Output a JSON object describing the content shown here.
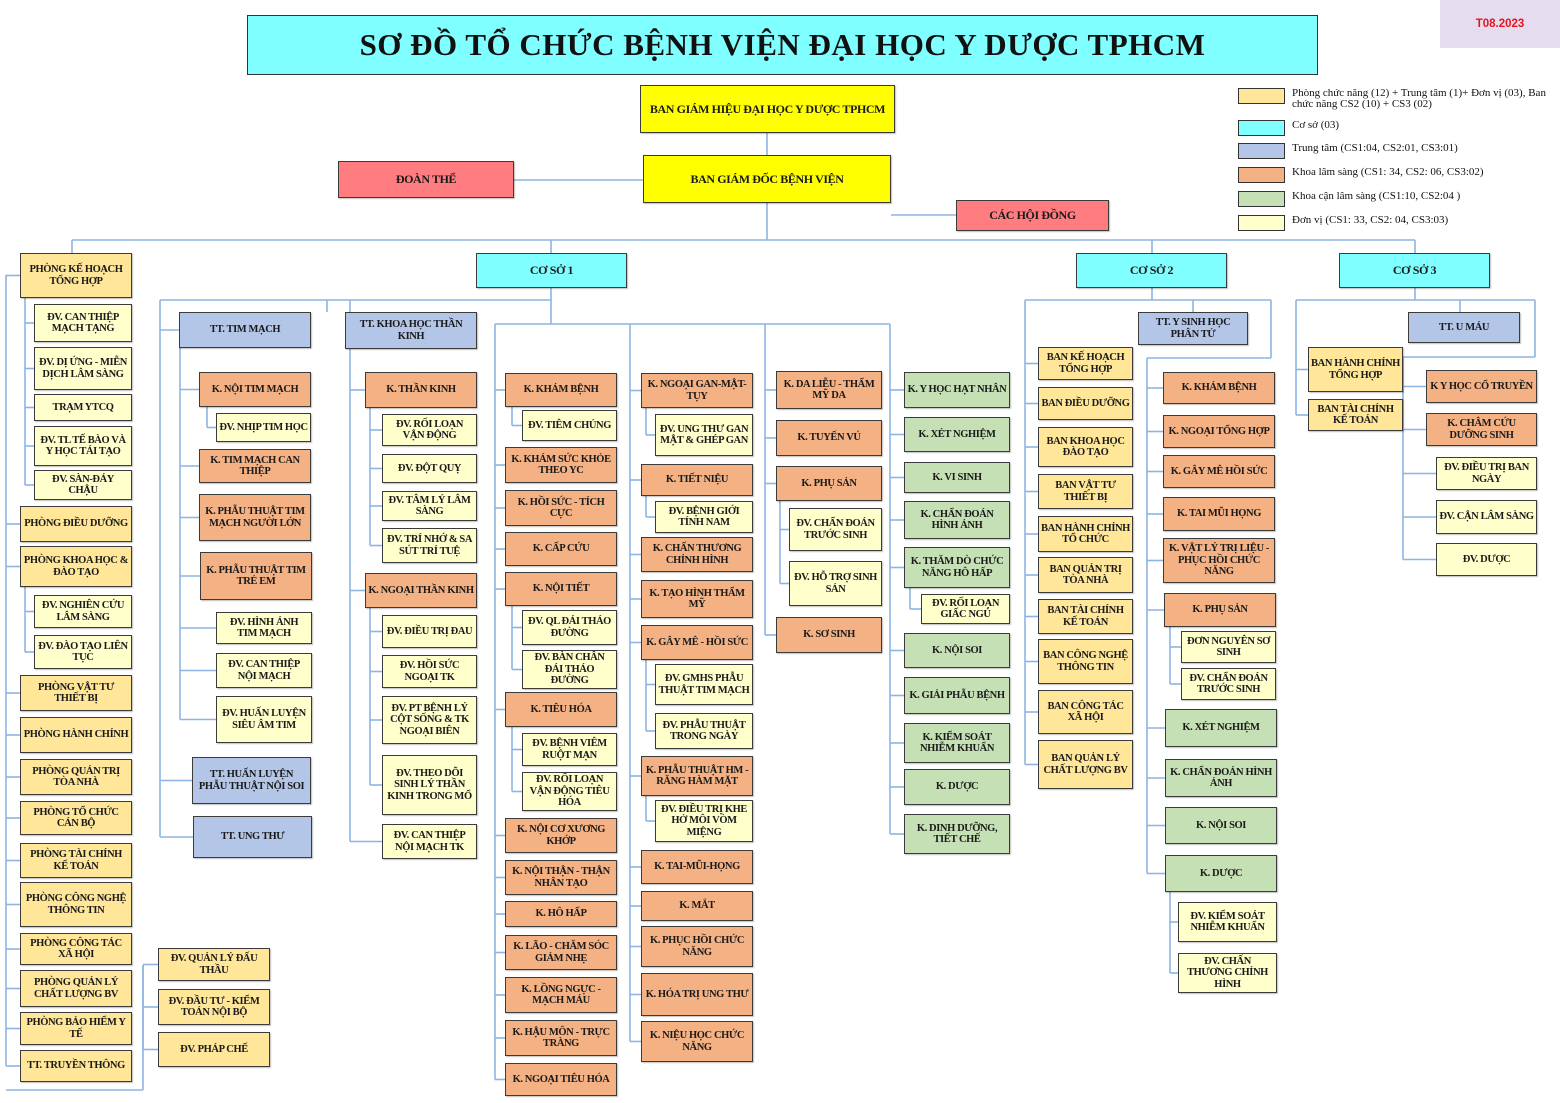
{
  "title": "SƠ ĐỒ TỔ CHỨC BỆNH VIỆN ĐẠI HỌC Y DƯỢC TPHCM",
  "version": "T08.2023",
  "colors": {
    "f": "#ffe699",
    "c": "#7fffff",
    "t": "#b4c6e7",
    "k": "#f4b183",
    "g": "#c5e0b4",
    "u": "#ffffcc",
    "y": "#ffff00",
    "p": "#ff7c80",
    "line": "#8db4e2"
  },
  "legend": [
    {
      "label": "Phòng chức năng  (12) + Trung tâm (1)+ Đơn vị (03), Ban chức năng CS2 (10) + CS3 (02)",
      "color": "#ffe699"
    },
    {
      "label": "Cơ sở (03)",
      "color": "#7fffff"
    },
    {
      "label": "Trung tâm (CS1:04, CS2:01, CS3:01)",
      "color": "#b4c6e7"
    },
    {
      "label": "Khoa lâm sàng  (CS1: 34, CS2: 06, CS3:02)",
      "color": "#f4b183"
    },
    {
      "label": "Khoa cận lâm sàng  (CS1:10, CS2:04 )",
      "color": "#c5e0b4"
    },
    {
      "label": "Đơn vị  (CS1: 33, CS2: 04, CS3:03)",
      "color": "#ffffcc"
    }
  ],
  "nodes": {
    "bgh": "BAN GIÁM HIỆU ĐẠI HỌC Y DƯỢC TPHCM",
    "bgd": "BAN GIÁM ĐỐC BỆNH VIỆN",
    "doanthe": "ĐOÀN THỂ",
    "hoidong": "CÁC HỘI ĐỒNG",
    "cs1": "CƠ SỞ 1",
    "cs2": "CƠ SỞ 2",
    "cs3": "CƠ SỞ 3",
    "pkhth": "PHÒNG KẾ HOẠCH TỔNG HỢP",
    "dvctmt": "ĐV. CAN THIỆP MẠCH TẠNG",
    "dvdu": "ĐV. DỊ ỨNG - MIỄN DỊCH LÂM SÀNG",
    "tramyt": "TRẠM YTCQ",
    "dvtltb": "ĐV. TL TẾ BÀO VÀ Y HỌC TÁI TẠO",
    "dvsd": "ĐV. SÀN-ĐÁY CHẬU",
    "pdd": "PHÒNG ĐIỀU DƯỠNG",
    "pkhdt": "PHÒNG KHOA HỌC & ĐÀO TẠO",
    "dvnc": "ĐV. NGHIÊN CỨU LÂM SÀNG",
    "dvdt": "ĐV. ĐÀO TẠO LIÊN TỤC",
    "pvt": "PHÒNG VẬT TƯ THIẾT BỊ",
    "phc": "PHÒNG HÀNH CHÍNH",
    "pqt": "PHÒNG QUẢN TRỊ TÒA NHÀ",
    "ptccb": "PHÒNG TỔ CHỨC CÁN BỘ",
    "ptckt": "PHÒNG TÀI CHÍNH KẾ TOÁN",
    "pcntt": "PHÒNG CÔNG NGHỆ THÔNG TIN",
    "pctxh": "PHÒNG CÔNG TÁC XÃ HỘI",
    "pqlcl": "PHÒNG QUẢN LÝ CHẤT LƯỢNG BV",
    "pbhyt": "PHÒNG BẢO HIỂM Y TẾ",
    "tttt": "TT. TRUYỀN THÔNG",
    "dvqldt": "ĐV. QUẢN LÝ ĐẤU THẦU",
    "dvdtkt": "ĐV. ĐẦU TƯ - KIỂM TOÁN NỘI BỘ",
    "dvpc": "ĐV. PHÁP CHẾ",
    "tttm": "TT. TIM MẠCH",
    "knoitm": "K. NỘI TIM MẠCH",
    "dvnhip": "ĐV. NHỊP TIM HỌC",
    "ktmct": "K. TIM MẠCH CAN THIỆP",
    "kptnl": "K. PHẪU THUẬT TIM MẠCH NGƯỜI LỚN",
    "kpttre": "K. PHẪU THUẬT TIM TRẺ EM",
    "dvhatm": "ĐV. HÌNH ẢNH TIM MẠCH",
    "dvctnm": "ĐV. CAN THIỆP NỘI MẠCH",
    "dvhlsa": "ĐV. HUẤN LUYỆN SIÊU ÂM TIM",
    "tthlns": "TT. HUẤN LUYỆN PHẪU THUẬT NỘI SOI",
    "ttut": "TT. UNG THƯ",
    "ttkhtk": "TT. KHOA HỌC THẦN KINH",
    "ktk": "K. THẦN KINH",
    "dvrlvd": "ĐV. RỐI LOẠN VẬN ĐỘNG",
    "dvdq": "ĐV. ĐỘT QUỴ",
    "dvtl": "ĐV. TÂM LÝ LÂM SÀNG",
    "dvtn": "ĐV. TRÍ NHỚ & SA SÚT TRÍ TUỆ",
    "kntk": "K. NGOẠI THẦN KINH",
    "dvdtd": "ĐV. ĐIỀU TRỊ ĐAU",
    "dvhsntk": "ĐV. HỒI SỨC NGOẠI TK",
    "dvptcs": "ĐV. PT BỆNH LÝ CỘT SỐNG & TK NGOẠI BIÊN",
    "dvtd": "ĐV. THEO DÕI SINH LÝ THẦN KINH TRONG MỔ",
    "dvctnmtk": "ĐV. CAN THIỆP NỘI MẠCH TK",
    "kkb": "K. KHÁM BỆNH",
    "dvtc": "ĐV. TIÊM CHỦNG",
    "kksk": "K. KHÁM SỨC KHỎE THEO YC",
    "khstc": "K. HỒI SỨC - TÍCH CỰC",
    "kcc": "K. CẤP CỨU",
    "knt": "K. NỘI TIẾT",
    "dvqldtd": "ĐV. QL ĐÁI THÁO ĐƯỜNG",
    "dvbc": "ĐV. BÀN CHÂN ĐÁI THÁO ĐƯỜNG",
    "kth": "K. TIÊU HÓA",
    "dvvrm": "ĐV. BỆNH VIÊM RUỘT MẠN",
    "dvrlth": "ĐV. RỐI LOẠN VẬN ĐỘNG TIÊU HÓA",
    "kncxk": "K. NỘI CƠ XƯƠNG KHỚP",
    "knth": "K. NỘI THẬN - THẬN NHÂN TẠO",
    "khh": "K. HÔ HẤP",
    "klao": "K. LÃO - CHĂM SÓC GIẢM NHẸ",
    "klnmm": "K. LỒNG NGỰC - MẠCH MÁU",
    "khmtt": "K. HẬU MÔN - TRỰC TRÀNG",
    "knth2": "K. NGOẠI TIÊU HÓA",
    "kngmt": "K. NGOẠI GAN-MẬT-TỤY",
    "dvutg": "ĐV. UNG THƯ GAN MẬT & GHÉP GAN",
    "ktn": "K. TIẾT NIỆU",
    "dvgtn": "ĐV. BỆNH GIỚI TÍNH NAM",
    "kcth": "K. CHẤN THƯƠNG CHỈNH HÌNH",
    "kthm": "K. TẠO HÌNH THẨM MỸ",
    "kgmhs": "K. GÂY MÊ - HỒI SỨC",
    "dvgmhs": "ĐV. GMHS PHẪU THUẬT TIM MẠCH",
    "dvpttn": "ĐV. PHẪU THUẬT TRONG NGÀY",
    "kpthm": "K. PHẪU THUẬT HM - RĂNG HÀM MẶT",
    "dvkhm": "ĐV. ĐIỀU TRỊ KHE HỞ MÔI VÒM MIỆNG",
    "ktmh": "K. TAI-MŨI-HỌNG",
    "kmat": "K. MẮT",
    "kphcn": "K. PHỤC HỒI CHỨC NĂNG",
    "khtut": "K. HÓA TRỊ UNG THƯ",
    "knhcn": "K. NIỆU HỌC CHỨC NĂNG",
    "kdl": "K. DA LIỄU - THẨM MỸ DA",
    "ktv": "K. TUYẾN VÚ",
    "kps": "K. PHỤ SẢN",
    "dvcdts": "ĐV. CHẨN ĐOÁN TRƯỚC SINH",
    "dvhtss": "ĐV. HỖ TRỢ SINH SẢN",
    "kss": "K. SƠ SINH",
    "kyhhn": "K. Y HỌC HẠT NHÂN",
    "kxn": "K. XÉT NGHIỆM",
    "kvs": "K. VI SINH",
    "kcdha": "K. CHẨN ĐOÁN HÌNH ẢNH",
    "ktdcn": "K. THĂM DÒ CHỨC NĂNG HÔ HẤP",
    "dvrlgn": "ĐV. RỐI LOẠN GIẤC NGỦ",
    "kns": "K. NỘI SOI",
    "kgpb": "K. GIẢI PHẪU BỆNH",
    "kksnk": "K. KIỂM SOÁT NHIỄM KHUẨN",
    "kduoc": "K. DƯỢC",
    "kdd": "K. DINH DƯỠNG, TIẾT CHẾ",
    "ttysh": "TT. Y SINH HỌC PHÂN TỬ",
    "b2khth": "BAN KẾ HOẠCH TỔNG HỢP",
    "b2dd": "BAN ĐIỀU DƯỠNG",
    "b2khdt": "BAN KHOA HỌC ĐÀO TẠO",
    "b2vt": "BAN VẬT TƯ THIẾT BỊ",
    "b2hc": "BAN HÀNH CHÍNH TỔ CHỨC",
    "b2qt": "BAN QUẢN TRỊ TÒA NHÀ",
    "b2tc": "BAN TÀI CHÍNH KẾ TOÁN",
    "b2cntt": "BAN CÔNG NGHỆ THÔNG TIN",
    "b2ctxh": "BAN CÔNG TÁC XÃ HỘI",
    "b2qlcl": "BAN QUẢN LÝ CHẤT LƯỢNG BV",
    "k2kb": "K. KHÁM BỆNH",
    "k2nth": "K. NGOẠI TỔNG HỢP",
    "k2gm": "K. GÂY MÊ HỒI SỨC",
    "k2tmh": "K. TAI MŨI HỌNG",
    "k2vltl": "K. VẬT LÝ TRỊ LIỆU - PHỤC HỒI CHỨC NĂNG",
    "k2ps": "K. PHỤ SẢN",
    "d2ss": "ĐƠN NGUYÊN SƠ SINH",
    "d2cdts": "ĐV. CHẨN ĐOÁN TRƯỚC SINH",
    "k2xn": "K. XÉT NGHIỆM",
    "k2cdha": "K. CHẨN ĐOÁN HÌNH ẢNH",
    "k2ns": "K. NỘI SOI",
    "k2duoc": "K. DƯỢC",
    "d2ksnk": "ĐV. KIỂM SOÁT NHIỄM KHUẨN",
    "d2cth": "ĐV. CHẤN THƯƠNG CHỈNH HÌNH",
    "ttum": "TT. U MÁU",
    "b3hc": "BAN HÀNH CHÍNH TỔNG HỢP",
    "b3tc": "BAN TÀI CHÍNH KẾ TOÁN",
    "k3yhct": "K Y HỌC CỔ TRUYỀN",
    "k3cc": "K. CHÂM CỨU DƯỠNG SINH",
    "d3dtbn": "ĐV. ĐIỀU TRỊ BAN NGÀY",
    "d3cls": "ĐV. CẬN LÂM SÀNG",
    "d3duoc": "ĐV. DƯỢC"
  }
}
